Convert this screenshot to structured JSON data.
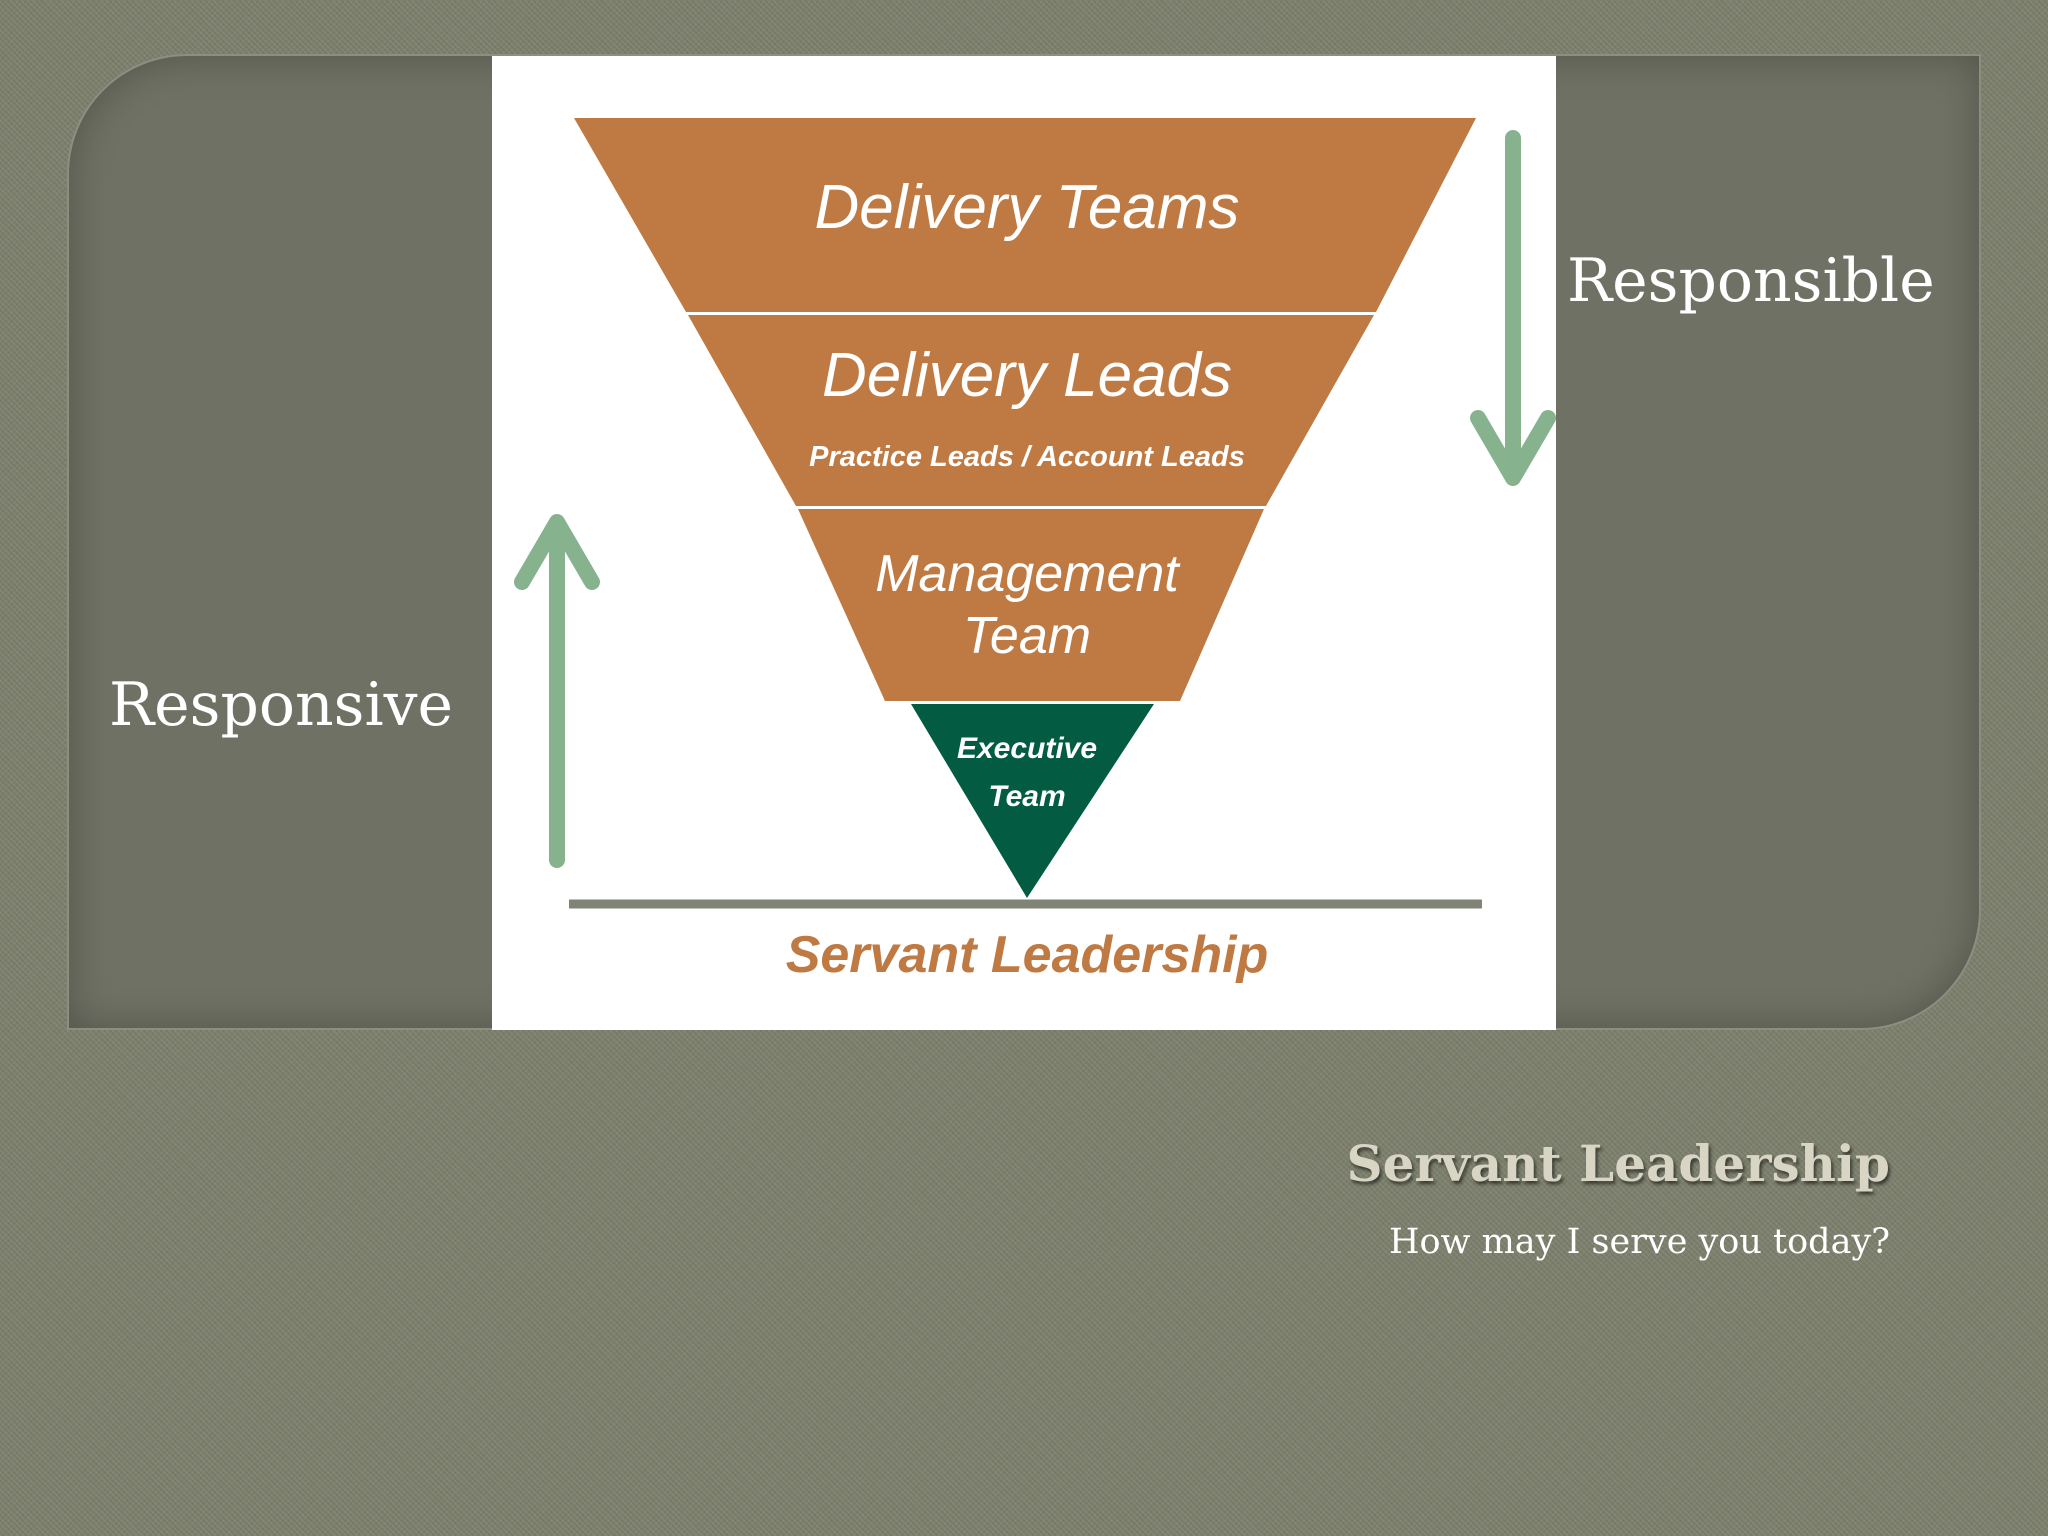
{
  "slide": {
    "title": "Servant Leadership",
    "subtitle": "How may I serve you today?"
  },
  "side_labels": {
    "left": "Responsive",
    "right": "Responsible"
  },
  "diagram": {
    "levels": [
      {
        "label": "Delivery Teams",
        "sublabel": ""
      },
      {
        "label": "Delivery Leads",
        "sublabel": "Practice Leads / Account Leads"
      },
      {
        "label_line1": "Management",
        "label_line2": "Team"
      },
      {
        "label_line1": "Executive",
        "label_line2": "Team"
      }
    ],
    "base_label": "Servant Leadership",
    "arrows": {
      "left": "up-arrow",
      "right": "down-arrow"
    },
    "colors": {
      "level_fill": "#bf7942",
      "executive_fill": "#035c41",
      "arrow": "#86b28e",
      "base_line": "#808476",
      "base_label": "#bf7942"
    }
  }
}
